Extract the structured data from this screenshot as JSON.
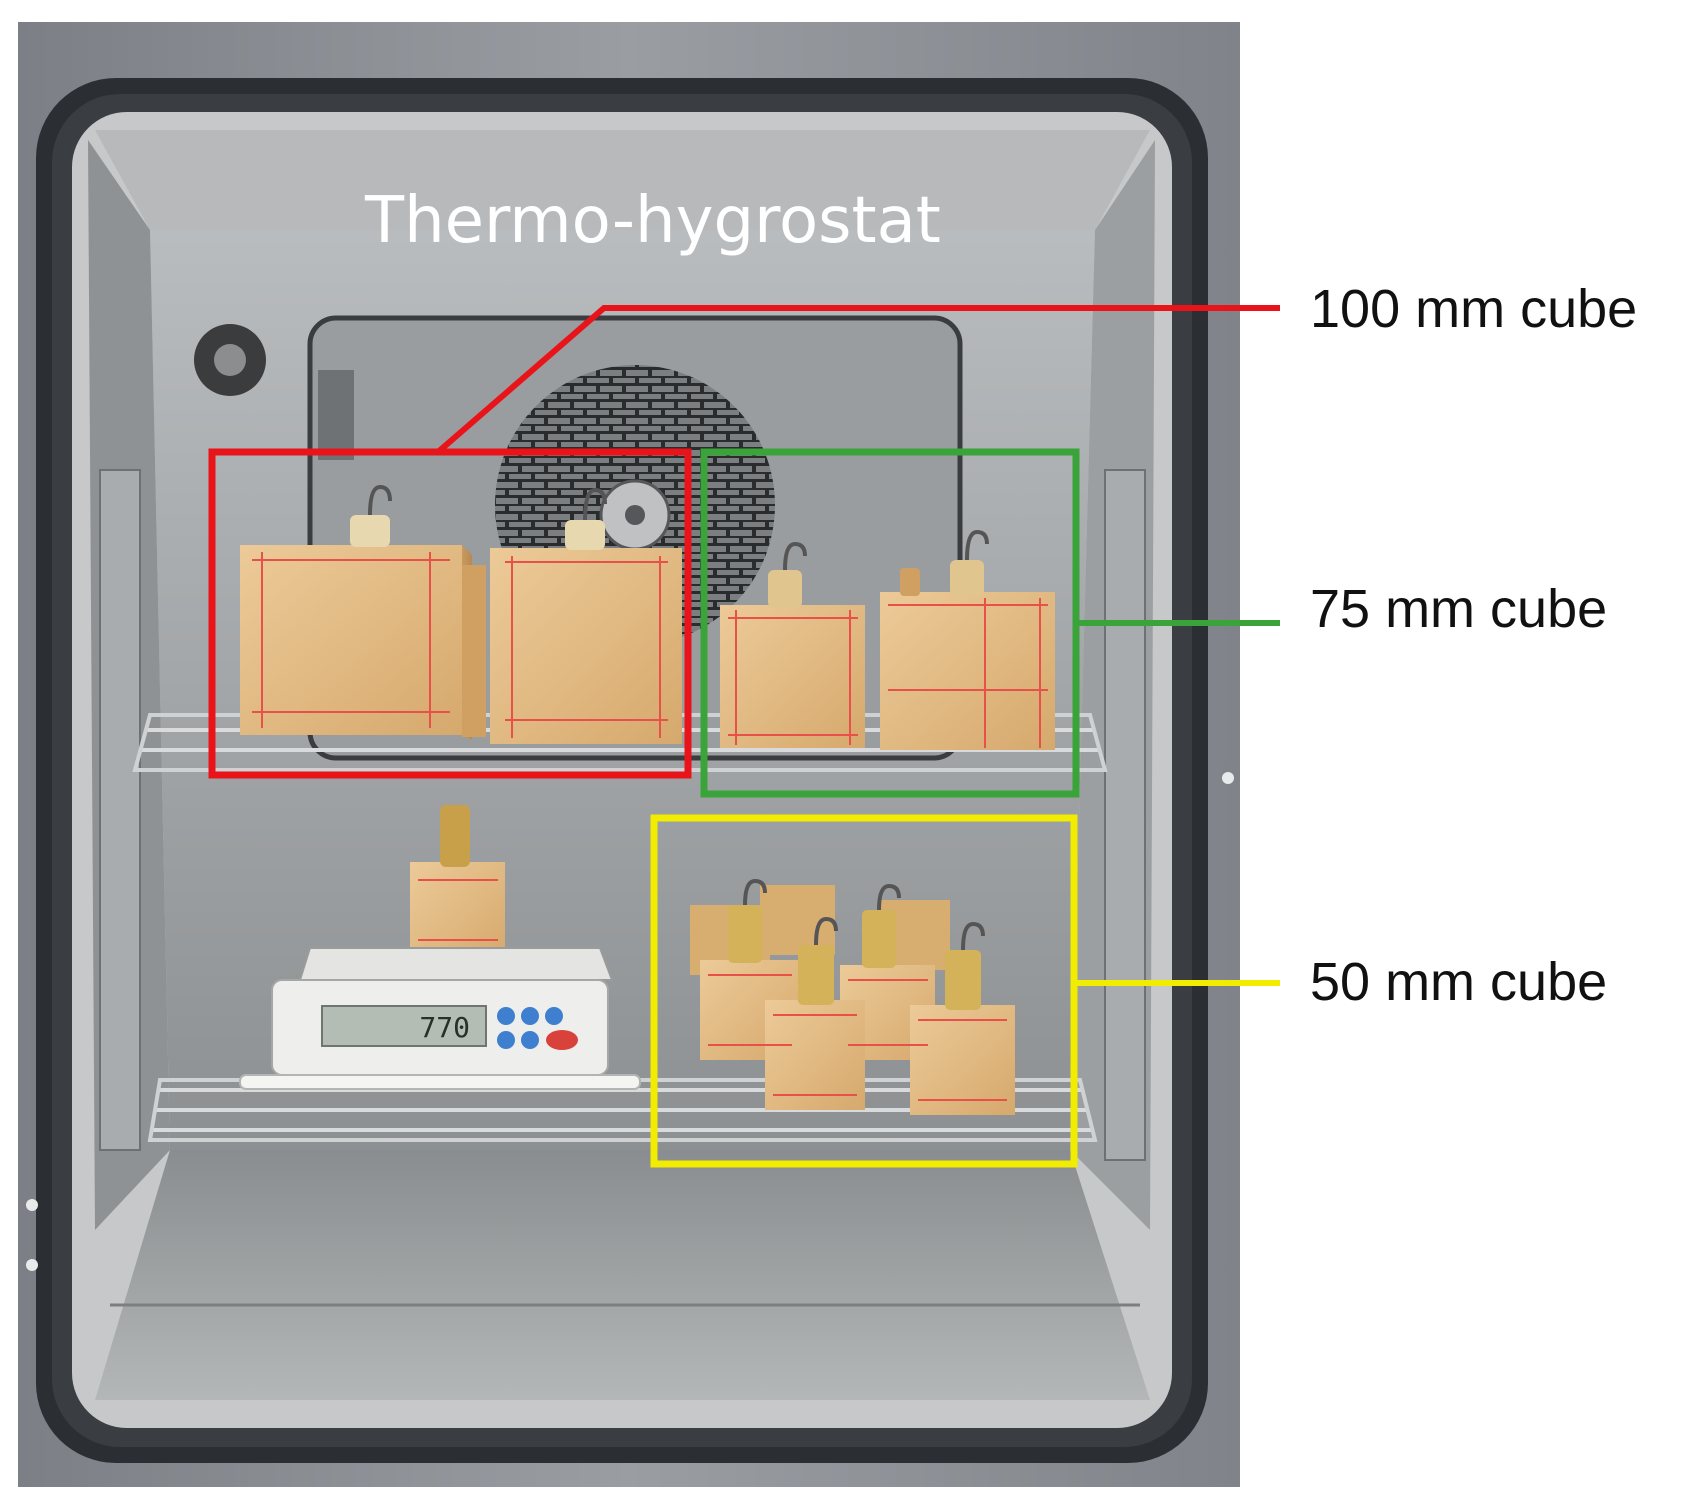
{
  "photo": {
    "title": "Thermo-hygrostat",
    "scale_display": "770"
  },
  "callouts": [
    {
      "label": "100 mm cube",
      "color": "#e8141a"
    },
    {
      "label": "75 mm cube",
      "color": "#3aa33a"
    },
    {
      "label": "50 mm cube",
      "color": "#f2ec00"
    }
  ],
  "colors": {
    "cabinet": "#8e9196",
    "door_gasket": "#2b2e33",
    "chamber": "#9ea1a3",
    "wood": "#e3bc86",
    "wood_mark": "#e8504a"
  }
}
